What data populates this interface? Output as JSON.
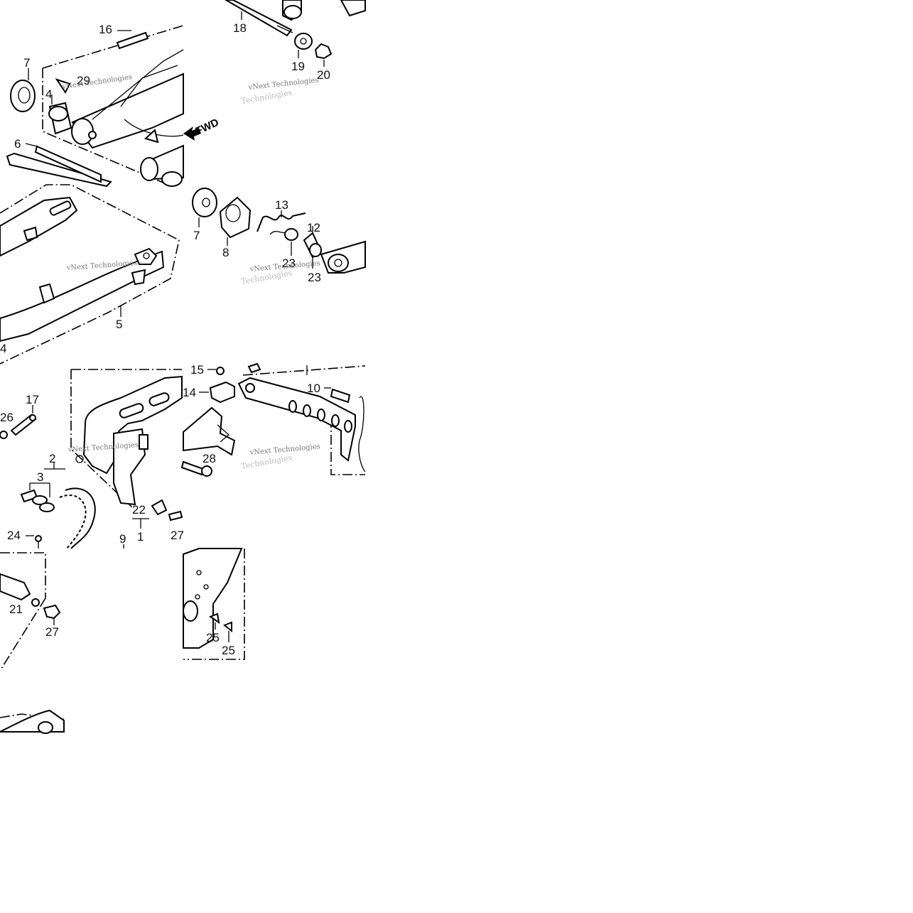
{
  "diagram": {
    "watermark": "vNext Technologies",
    "watermark_ghost": "Technologies",
    "fwd_label": "FWD",
    "tiles": [
      {
        "id": "tile-top-left",
        "labels": [
          "16",
          "7",
          "29",
          "4",
          "6"
        ]
      },
      {
        "id": "tile-top-right",
        "labels": [
          "18",
          "19",
          "20"
        ]
      },
      {
        "id": "tile-mid-left",
        "labels": [
          "5",
          "4"
        ]
      },
      {
        "id": "tile-mid-right",
        "labels": [
          "7",
          "8",
          "13",
          "12",
          "23",
          "23"
        ]
      },
      {
        "id": "tile-lower-left",
        "labels": [
          "17",
          "26",
          "2",
          "3",
          "22",
          "1",
          "9",
          "24",
          "27"
        ]
      },
      {
        "id": "tile-lower-right",
        "labels": [
          "15",
          "14",
          "10",
          "28"
        ]
      },
      {
        "id": "tile-bottom-left",
        "labels": [
          "21",
          "27"
        ]
      },
      {
        "id": "tile-bottom-right",
        "labels": [
          "25",
          "25"
        ]
      }
    ]
  }
}
